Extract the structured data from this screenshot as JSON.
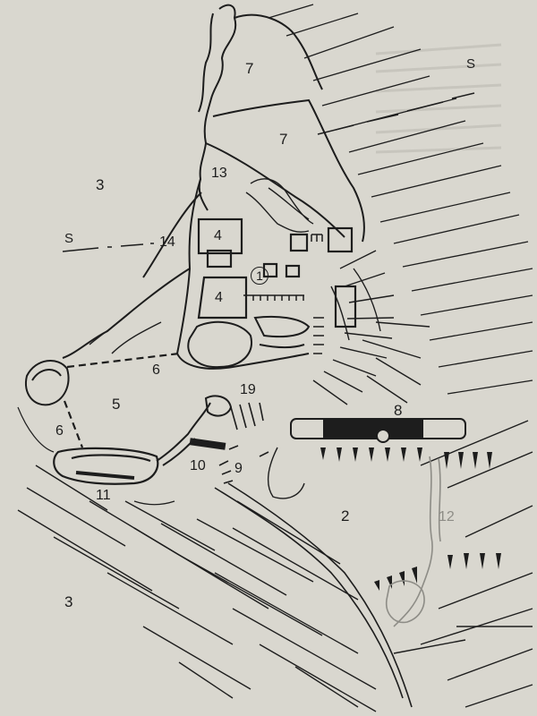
{
  "map": {
    "section_mark": "S",
    "area_labels": {
      "a3_top": "3",
      "a3_bottom": "3",
      "a7_upper": "7",
      "a7_lower": "7",
      "a13": "13",
      "a14": "14",
      "a4_box": "4",
      "a4_lower": "4",
      "a1": "1",
      "a6_right": "6",
      "a6_left": "6",
      "a5": "5",
      "a19": "19",
      "a8": "8",
      "a10": "10",
      "a9": "9",
      "a11": "11",
      "a2": "2",
      "a12": "12"
    },
    "colors": {
      "paper": "#d9d7cf",
      "ink": "#1d1d1d",
      "faint": "#8d8c86"
    }
  }
}
